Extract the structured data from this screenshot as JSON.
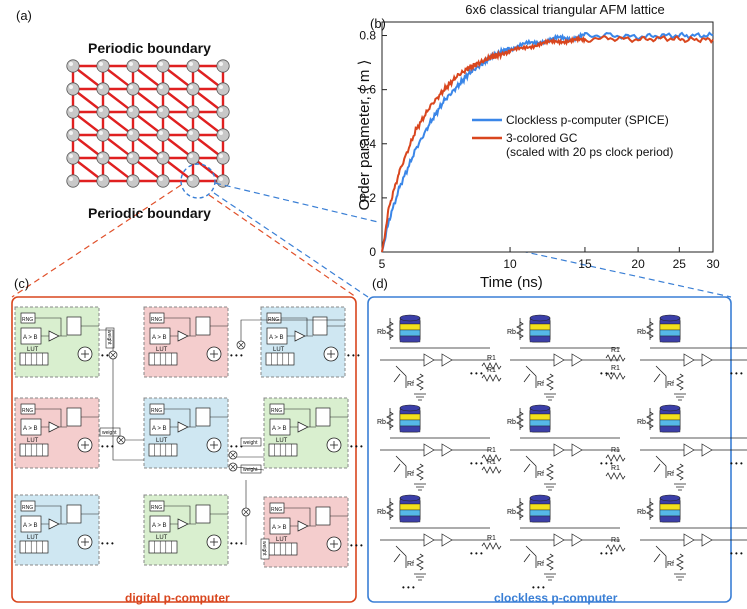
{
  "panels": {
    "a": {
      "label": "(a)",
      "top_text": "Periodic boundary",
      "bottom_text": "Periodic boundary"
    },
    "b": {
      "label": "(b)"
    },
    "c": {
      "label": "(c)",
      "caption": "digital p-computer",
      "block_texts": {
        "rng": "RNG",
        "compare": "A > B",
        "lut": "LUT",
        "weight": "weight"
      }
    },
    "d": {
      "label": "(d)",
      "caption": "clockless p-computer",
      "resistor_labels": {
        "r1": "R1",
        "rb": "Rb",
        "rf": "Rf"
      }
    }
  },
  "colors": {
    "lattice_edge": "#e02020",
    "node_fill": "#c8c8c8",
    "panel_c_border": "#d9461e",
    "panel_d_border": "#3a7fd5",
    "tile_green": "#d9efcf",
    "tile_red": "#f4cdcd",
    "tile_blue": "#cfe7f2",
    "dash_red": "#e0502a",
    "dash_blue": "#3a7fd5"
  },
  "chart_data": {
    "type": "line",
    "title": "6x6 classical triangular AFM lattice",
    "xlabel": "Time (ns)",
    "ylabel": "Order parameter, ⟨ m ⟩",
    "xscale": "log",
    "xlim": [
      5,
      30
    ],
    "ylim": [
      0,
      0.85
    ],
    "xticks": [
      5,
      10,
      15,
      20,
      25,
      30
    ],
    "yticks": [
      0,
      0.2,
      0.4,
      0.6,
      0.8
    ],
    "legend_position": "center-right",
    "series": [
      {
        "name": "Clockless p-computer (SPICE)",
        "color": "#3a86e8",
        "x": [
          5,
          5.2,
          5.5,
          6,
          6.5,
          7,
          7.5,
          8,
          8.5,
          9,
          9.5,
          10,
          11,
          12,
          13,
          14,
          15,
          17,
          20,
          23,
          26,
          30
        ],
        "y": [
          0,
          0.12,
          0.24,
          0.38,
          0.48,
          0.56,
          0.61,
          0.66,
          0.69,
          0.72,
          0.74,
          0.75,
          0.77,
          0.78,
          0.79,
          0.79,
          0.8,
          0.8,
          0.795,
          0.8,
          0.8,
          0.8
        ]
      },
      {
        "name": "3-colored GC\n(scaled with 20 ps clock period)",
        "color": "#d9461e",
        "x": [
          5,
          5.2,
          5.5,
          6,
          6.5,
          7,
          7.5,
          8,
          8.5,
          9,
          9.5,
          10,
          11,
          12,
          13,
          14,
          15,
          17,
          20,
          23,
          26,
          30
        ],
        "y": [
          0,
          0.17,
          0.3,
          0.45,
          0.54,
          0.6,
          0.65,
          0.68,
          0.7,
          0.72,
          0.73,
          0.74,
          0.76,
          0.77,
          0.78,
          0.78,
          0.785,
          0.79,
          0.785,
          0.79,
          0.785,
          0.785
        ]
      }
    ]
  }
}
